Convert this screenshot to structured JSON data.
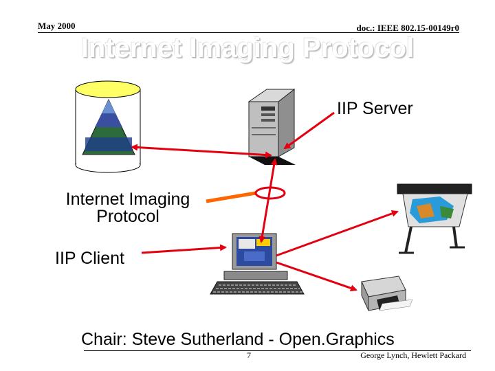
{
  "header": {
    "date": "May 2000",
    "doc": "doc.: IEEE 802.15-00149r0"
  },
  "title": "Internet Imaging Protocol",
  "labels": {
    "server": "IIP Server",
    "protocol_line1": "Internet Imaging",
    "protocol_line2": "Protocol",
    "client": "IIP Client"
  },
  "chair": "Chair: Steve Sutherland - Open.Graphics",
  "footer": {
    "page": "7",
    "author": "George Lynch, Hewlett Packard"
  },
  "colors": {
    "arrow": "#e3000f",
    "database_top": "#ffff66",
    "accent_orange": "#ff6600"
  },
  "icons": [
    "database-icon",
    "server-tower-icon",
    "desktop-computer-icon",
    "plotter-printer-icon",
    "inkjet-printer-icon"
  ]
}
